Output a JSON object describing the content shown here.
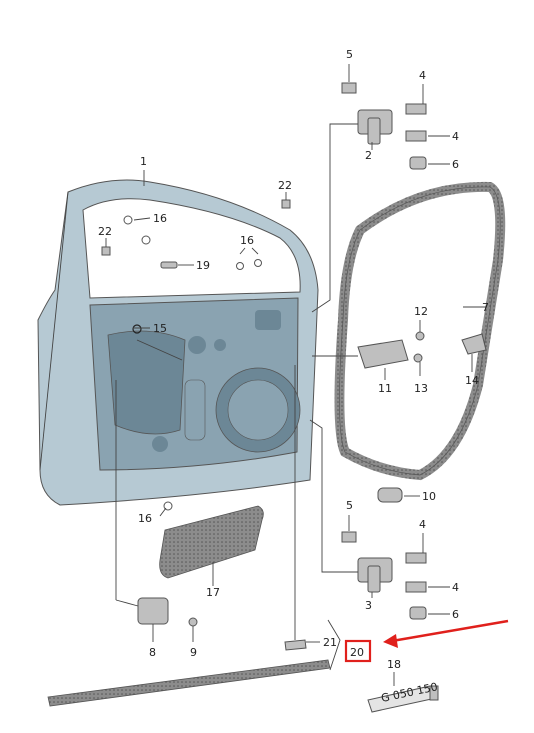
{
  "colors": {
    "door_fill": "#b6c9d3",
    "door_shade": "#8aa3b1",
    "door_dark": "#6c8796",
    "seal_fill": "#8c8c8c",
    "metal": "#bfbfbf",
    "highlight": "#e0201c",
    "leader": "#444444"
  },
  "callouts": [
    {
      "id": "p1",
      "text": "1"
    },
    {
      "id": "p2",
      "text": "2"
    },
    {
      "id": "p3",
      "text": "3"
    },
    {
      "id": "p4a",
      "text": "4"
    },
    {
      "id": "p4b",
      "text": "4"
    },
    {
      "id": "p4c",
      "text": "4"
    },
    {
      "id": "p4d",
      "text": "4"
    },
    {
      "id": "p5a",
      "text": "5"
    },
    {
      "id": "p5b",
      "text": "5"
    },
    {
      "id": "p6a",
      "text": "6"
    },
    {
      "id": "p6b",
      "text": "6"
    },
    {
      "id": "p7",
      "text": "7"
    },
    {
      "id": "p8",
      "text": "8"
    },
    {
      "id": "p9",
      "text": "9"
    },
    {
      "id": "p10",
      "text": "10"
    },
    {
      "id": "p11",
      "text": "11"
    },
    {
      "id": "p12",
      "text": "12"
    },
    {
      "id": "p13",
      "text": "13"
    },
    {
      "id": "p14",
      "text": "14"
    },
    {
      "id": "p15",
      "text": "15"
    },
    {
      "id": "p16a",
      "text": "16"
    },
    {
      "id": "p16b",
      "text": "16"
    },
    {
      "id": "p16c",
      "text": "16"
    },
    {
      "id": "p17",
      "text": "17"
    },
    {
      "id": "p18",
      "text": "18"
    },
    {
      "id": "p19",
      "text": "19"
    },
    {
      "id": "p20",
      "text": "20"
    },
    {
      "id": "p21",
      "text": "21"
    },
    {
      "id": "p22a",
      "text": "22"
    },
    {
      "id": "p22b",
      "text": "22"
    }
  ],
  "tube_label": "G 050 150"
}
